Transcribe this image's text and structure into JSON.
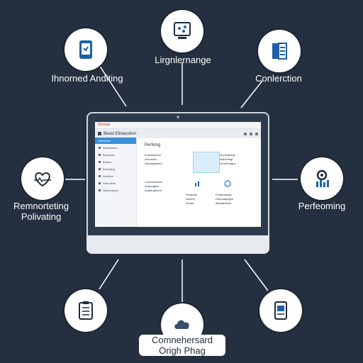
{
  "nodes": [
    {
      "id": "top",
      "icon": "network-device-icon",
      "label": "Lirgnlernange"
    },
    {
      "id": "top-left",
      "icon": "tablet-app-icon",
      "label": "Ihnorned Anditing"
    },
    {
      "id": "top-right",
      "icon": "document-panel-icon",
      "label": "Conlerction"
    },
    {
      "id": "left",
      "icon": "heart-icon",
      "label": "Remnorteting\nPolivating"
    },
    {
      "id": "right",
      "icon": "gear-chart-icon",
      "label": "Perfeoming"
    },
    {
      "id": "bottom-left",
      "icon": "clipboard-checklist-icon",
      "label": ""
    },
    {
      "id": "bottom",
      "icon": "cloud-icon",
      "label": "Comnehersard\nOrigh Phag"
    },
    {
      "id": "bottom-right",
      "icon": "phone-screen-icon",
      "label": ""
    }
  ],
  "screen": {
    "app_title": "Zinroad",
    "header_title": "Beasl Elinaustion",
    "page_heading": "Perfoing",
    "sidebar_items": [
      "Bendelne",
      "Blassbloted",
      "Bnepdies",
      "Bhisne",
      "Bunnglng",
      "Blnrthes",
      "Rdnudiine",
      "Rbieseaetne"
    ],
    "card_lines": [
      [
        "Fhoslsteneer",
        "Ahrnaohe",
        "Afeoldgdnaed"
      ],
      [
        "Ponad Raderge",
        "Peasohcelegt",
        "Aaonhotrrnegne"
      ],
      [
        "Conreensame",
        "Ahnaogaes",
        "Aodlerqdnrse"
      ],
      [
        "Pecpreal",
        "Aolroet",
        "Ahalkt"
      ],
      [
        "Pnnarodiage",
        "Ranrsatpeges",
        "Biesadnbest"
      ]
    ]
  },
  "colors": {
    "background": "#243040",
    "node_fill": "#ffffff",
    "icon_primary": "#1f5fa8",
    "connector": "#ffffff",
    "sidebar_active": "#3a8fd8"
  }
}
